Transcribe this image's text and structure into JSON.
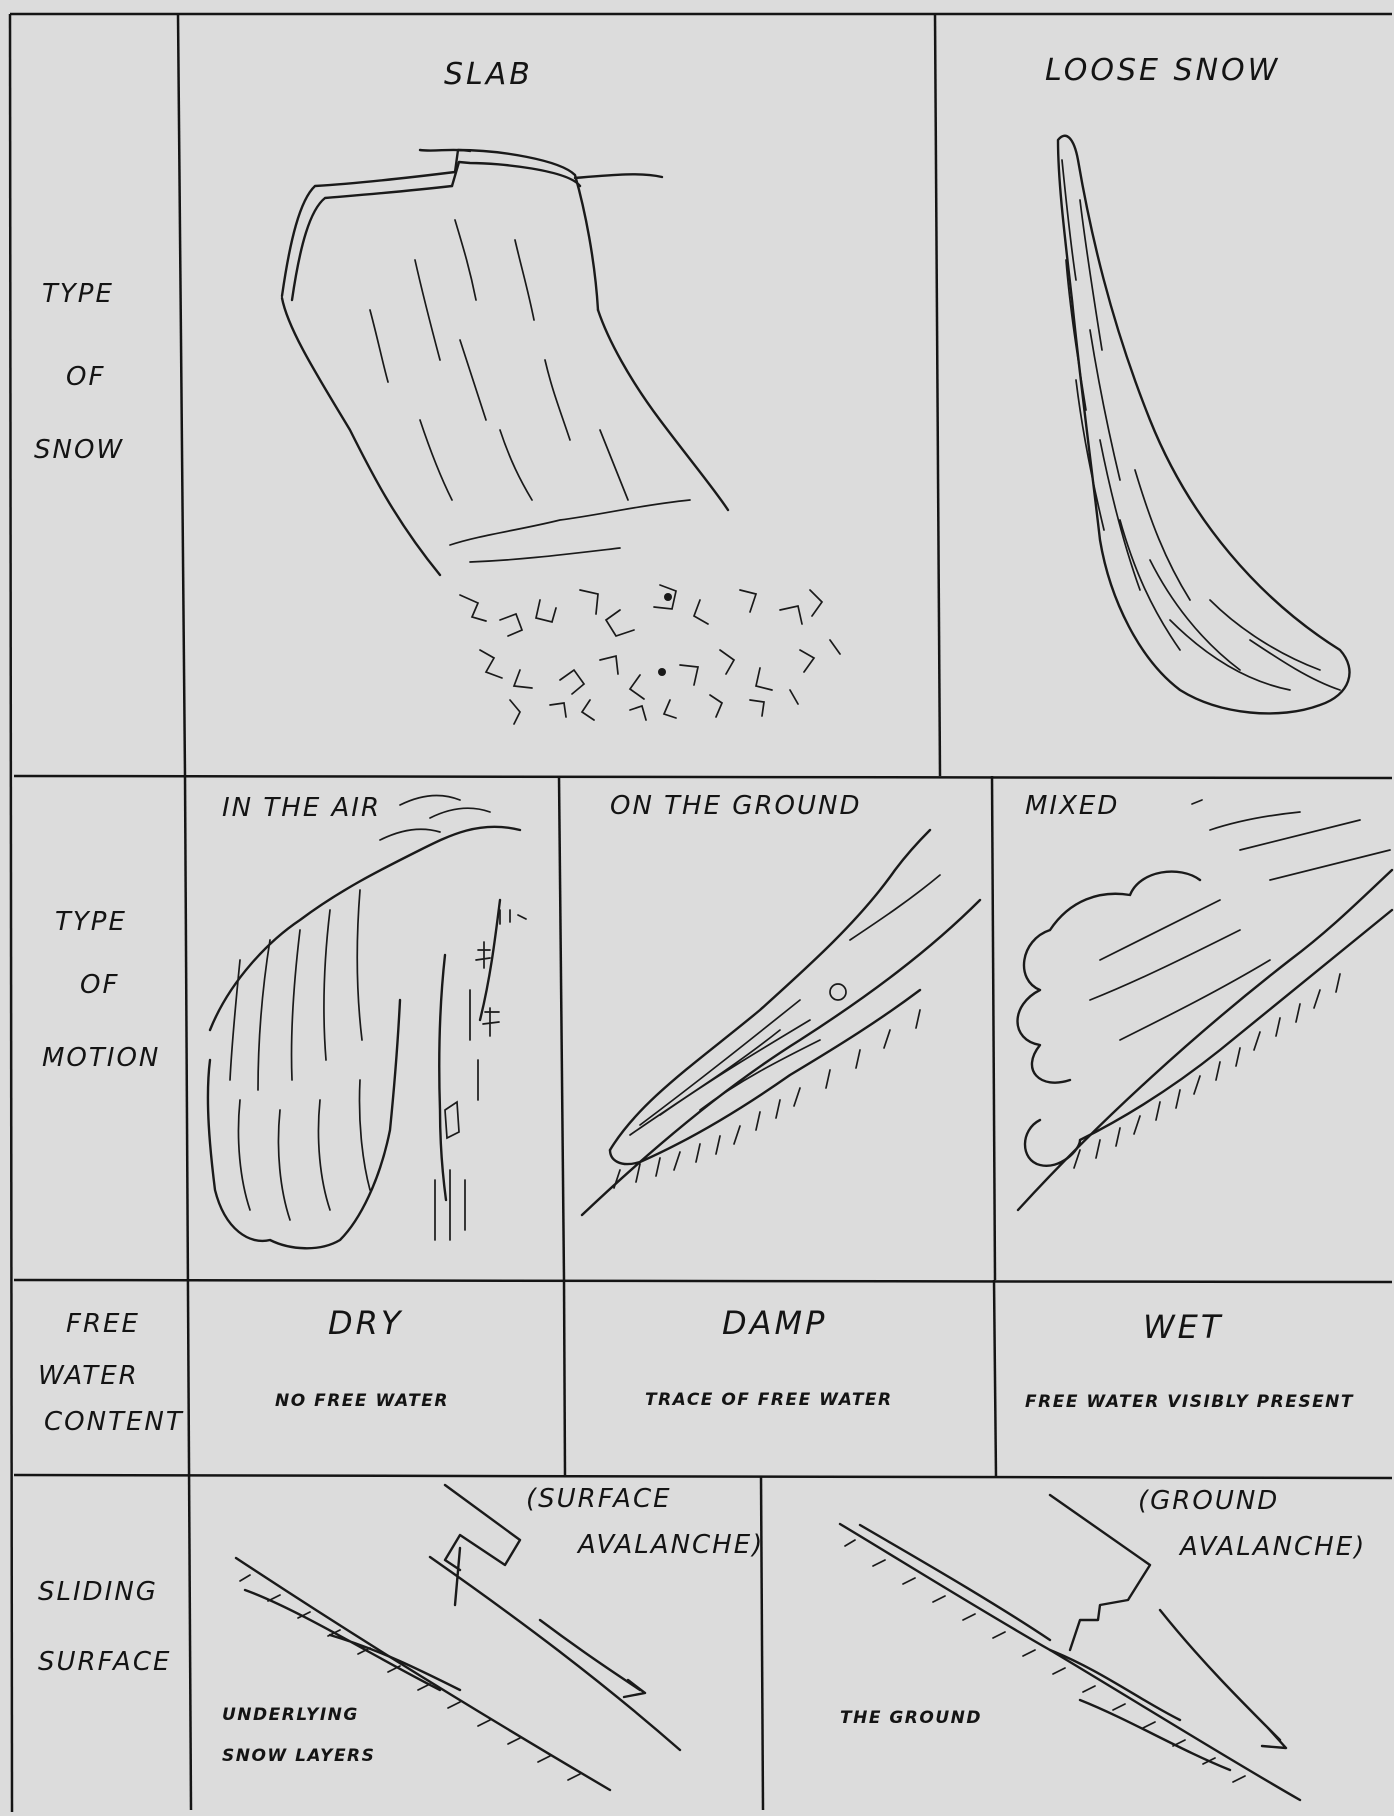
{
  "rows": {
    "type_of_snow": [
      "TYPE",
      "OF",
      "SNOW"
    ],
    "type_of_motion": [
      "TYPE",
      "OF",
      "MOTION"
    ],
    "free_water_content": [
      "FREE",
      "WATER",
      "CONTENT"
    ],
    "sliding_surface": [
      "SLIDING",
      "SURFACE"
    ]
  },
  "snow": {
    "slab": "SLAB",
    "loose": "LOOSE  SNOW"
  },
  "motion": {
    "air": "IN THE AIR",
    "ground": "ON THE GROUND",
    "mixed": "MIXED"
  },
  "water": {
    "dry": {
      "title": "DRY",
      "desc": "NO FREE WATER"
    },
    "damp": {
      "title": "DAMP",
      "desc": "TRACE OF FREE WATER"
    },
    "wet": {
      "title": "WET",
      "desc": "FREE WATER VISIBLY PRESENT"
    }
  },
  "sliding": {
    "surface_avalanche": [
      "(SURFACE",
      "AVALANCHE)"
    ],
    "underlying": [
      "UNDERLYING",
      "SNOW LAYERS"
    ],
    "ground_avalanche": [
      "(GROUND",
      "AVALANCHE)"
    ],
    "the_ground": "THE GROUND"
  }
}
